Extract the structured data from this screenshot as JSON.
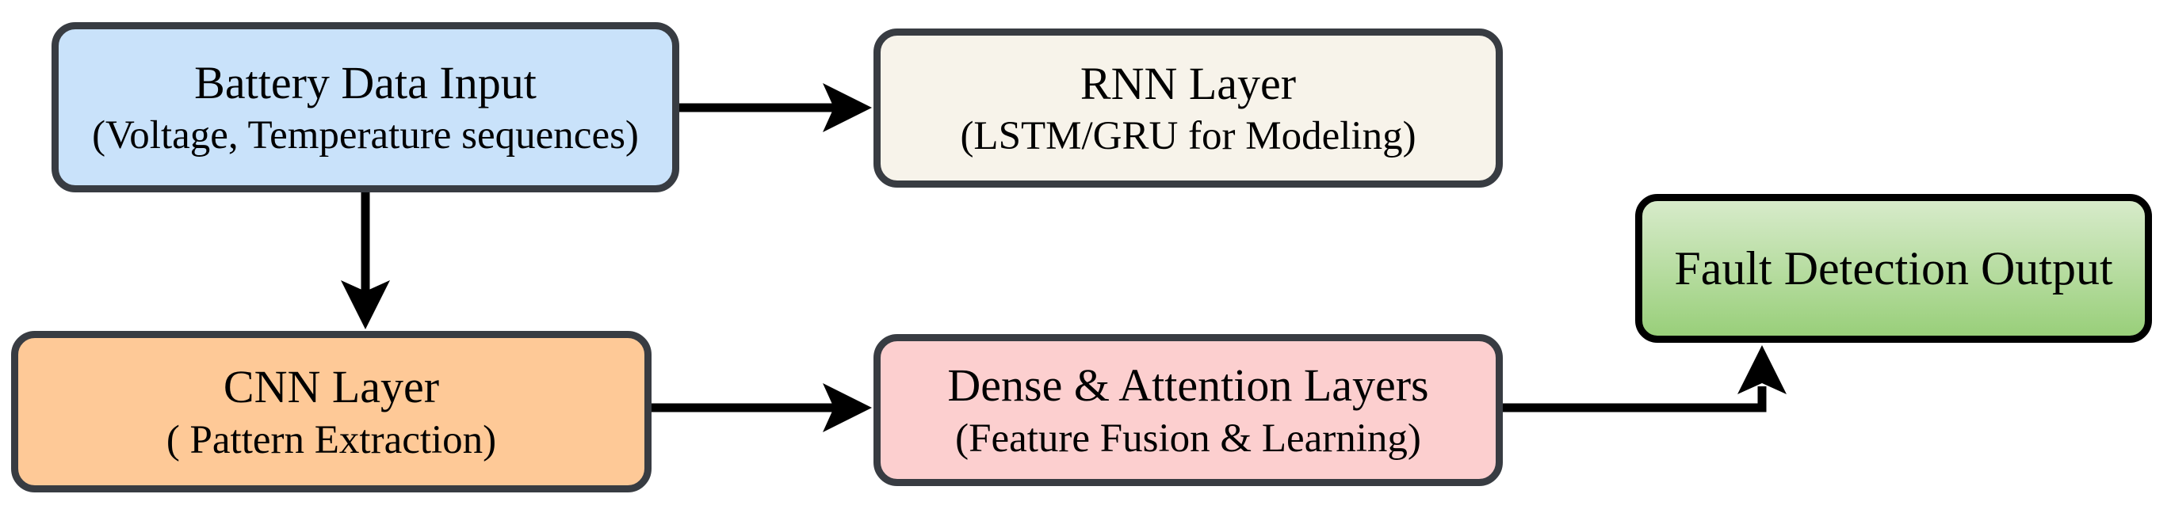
{
  "diagram_type": "flowchart",
  "nodes": [
    {
      "id": "battery-data-input",
      "label": "Battery Data Input",
      "sublabel": "(Voltage, Temperature sequences)",
      "fill": "#C9E2FA",
      "border_color": "#383C42"
    },
    {
      "id": "rnn-layer",
      "label": "RNN Layer",
      "sublabel": "(LSTM/GRU for Modeling)",
      "fill": "#F7F3EA",
      "border_color": "#383C42"
    },
    {
      "id": "cnn-layer",
      "label": "CNN Layer",
      "sublabel": "( Pattern Extraction)",
      "fill": "#FEC997",
      "border_color": "#383C42"
    },
    {
      "id": "dense-attention-layers",
      "label": "Dense & Attention Layers",
      "sublabel": "(Feature Fusion & Learning)",
      "fill": "#FCCFCF",
      "border_color": "#383C42"
    },
    {
      "id": "fault-detection-output",
      "label": "Fault Detection Output",
      "sublabel": "",
      "fill_gradient_top": "#D7EBCA",
      "fill_gradient_bottom": "#99CF7A",
      "border_color": "#000000"
    }
  ],
  "edges": [
    {
      "from": "battery-data-input",
      "to": "rnn-layer",
      "style": "straight-right"
    },
    {
      "from": "battery-data-input",
      "to": "cnn-layer",
      "style": "straight-down"
    },
    {
      "from": "cnn-layer",
      "to": "dense-attention-layers",
      "style": "straight-right"
    },
    {
      "from": "dense-attention-layers",
      "to": "fault-detection-output",
      "style": "elbow-right-up"
    }
  ],
  "arrow_color": "#000000",
  "background_color": "#FFFFFF"
}
